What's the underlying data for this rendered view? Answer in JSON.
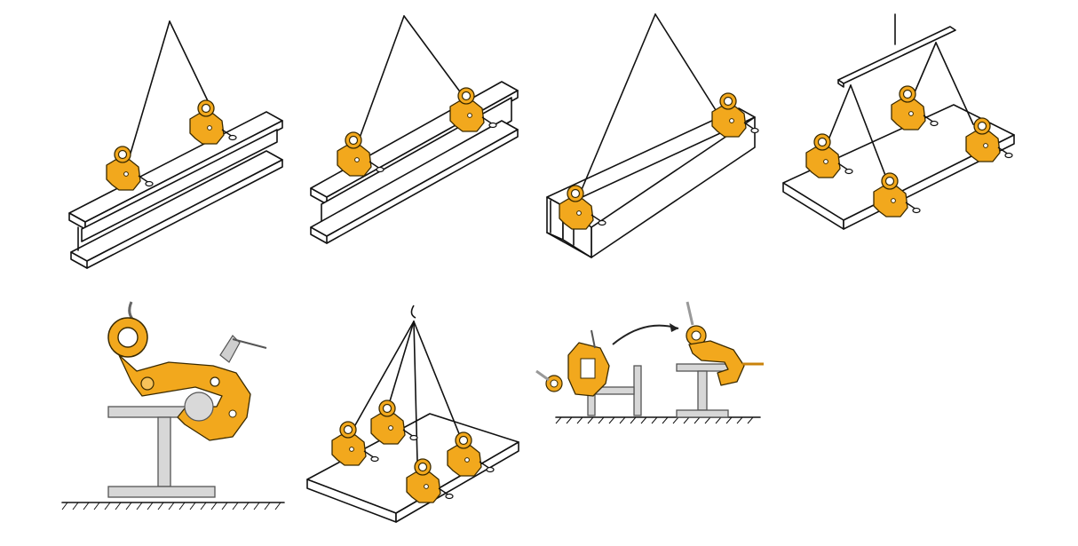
{
  "colors": {
    "clamp": "#f2a81d",
    "clamp_dark": "#c9820b",
    "line": "#111111",
    "steel_grey": "#d7d7d7",
    "background": "#ffffff"
  },
  "panels": [
    {
      "id": "single-beam-two-clamps",
      "description_icon": "i-beam-two-clamp-lift"
    },
    {
      "id": "beam-two-clamps-angled",
      "description_icon": "i-beam-two-clamp-lift"
    },
    {
      "id": "channel-two-clamps",
      "description_icon": "channel-two-clamp-lift"
    },
    {
      "id": "plate-spreader-four-clamps",
      "description_icon": "spreader-beam-plate-lift"
    },
    {
      "id": "clamp-detail-on-beam",
      "description_icon": "clamp-closeup"
    },
    {
      "id": "plate-four-leg-sling",
      "description_icon": "four-leg-plate-lift"
    },
    {
      "id": "beam-turning",
      "description_icon": "beam-rotate-sequence"
    }
  ]
}
